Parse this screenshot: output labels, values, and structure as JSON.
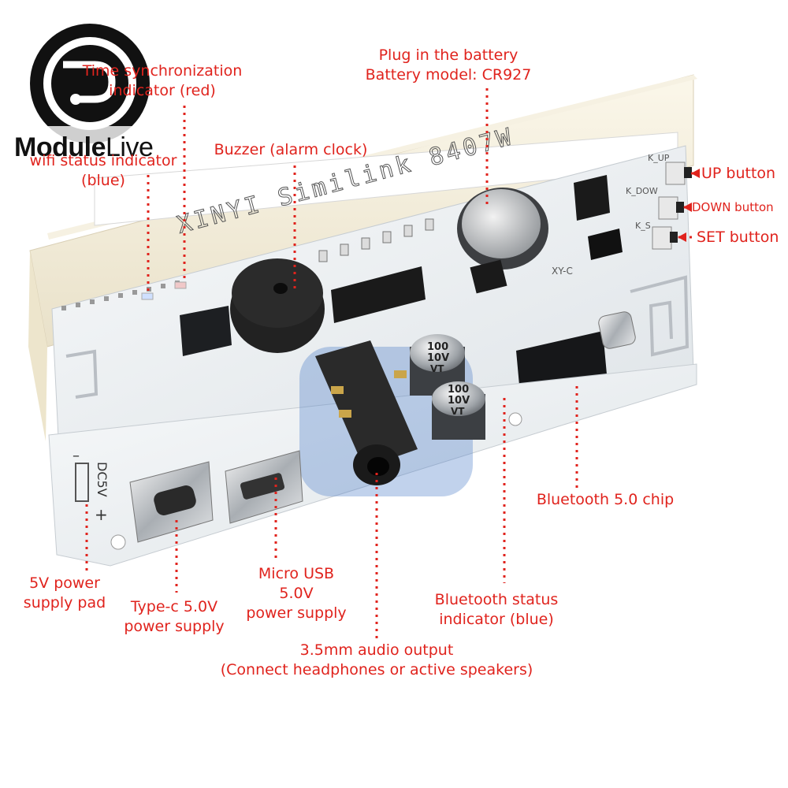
{
  "brand": {
    "part1": "Module",
    "part2": "Live"
  },
  "board": {
    "silkscreen": "XINYI Similink 8407W",
    "cap1": {
      "line1": "100",
      "line2": "10V",
      "line3": "VT"
    },
    "cap2": {
      "line1": "100",
      "line2": "10V",
      "line3": "VT"
    },
    "dc_label": "DC5V",
    "minus": "–",
    "plus": "+",
    "k_up": "K_UP",
    "k_down": "K_DOW",
    "k_set": "K_S",
    "xy": "XY-C"
  },
  "labels": {
    "time_sync": [
      "Time synchronization",
      "indicator (red)"
    ],
    "wifi": [
      "wifi status indicator",
      "(blue)"
    ],
    "buzzer": [
      "Buzzer (alarm clock)"
    ],
    "battery": [
      "Plug in the battery",
      "Battery model: CR927"
    ],
    "up": [
      "UP button"
    ],
    "down": [
      "DOWN button"
    ],
    "set": [
      "SET button"
    ],
    "bt_chip": [
      "Bluetooth 5.0 chip"
    ],
    "bt_status": [
      "Bluetooth status",
      "indicator (blue)"
    ],
    "pad5v": [
      "5V power",
      "supply pad"
    ],
    "typec": [
      "Type-c 5.0V",
      "power supply"
    ],
    "microusb": [
      "Micro USB",
      "5.0V",
      "power supply"
    ],
    "audio": [
      "3.5mm audio output",
      "(Connect headphones or active speakers)"
    ]
  },
  "colors": {
    "label": "#e0231d",
    "pcb": "#eef1f3",
    "frame": "#f3ecd9"
  }
}
